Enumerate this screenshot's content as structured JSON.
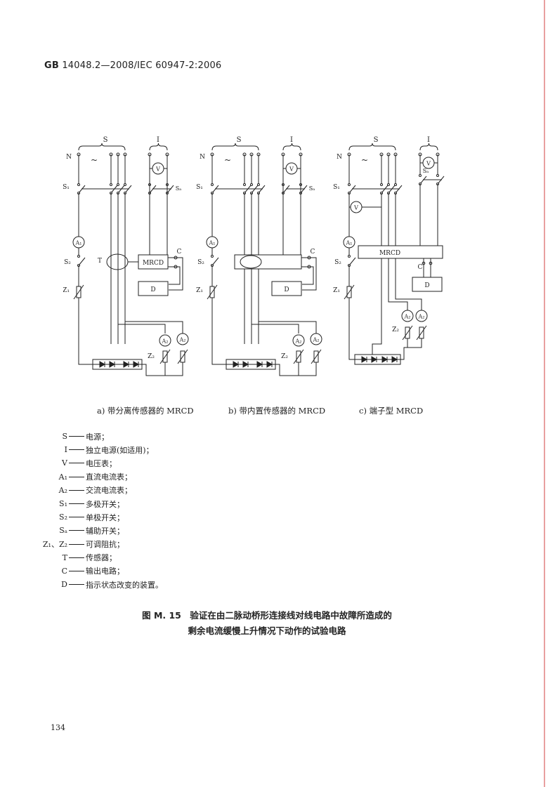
{
  "header": {
    "standard_code": "GB",
    "standard_number": "14048.2—2008/IEC 60947-2:2006"
  },
  "diagram": {
    "labels": {
      "S": "S",
      "I": "I",
      "N": "N",
      "ac": "~",
      "S1": "S₁",
      "S2": "S₂",
      "Sa": "Sₐ",
      "A1": "A₁",
      "A2": "A₂",
      "V": "V",
      "T": "T",
      "C": "C",
      "D": "D",
      "Z1": "Z₁",
      "Z2": "Z₂",
      "MRCD": "MRCD"
    }
  },
  "sub_captions": {
    "a": "a) 带分离传感器的 MRCD",
    "b": "b) 带内置传感器的 MRCD",
    "c": "c) 端子型 MRCD"
  },
  "legend": [
    {
      "symbol": "S",
      "desc": "电源；"
    },
    {
      "symbol": "I",
      "desc": "独立电源(如适用)；"
    },
    {
      "symbol": "V",
      "desc": "电压表；"
    },
    {
      "symbol": "A₁",
      "desc": "直流电流表；"
    },
    {
      "symbol": "A₂",
      "desc": "交流电流表；"
    },
    {
      "symbol": "S₁",
      "desc": "多极开关；"
    },
    {
      "symbol": "S₂",
      "desc": "单极开关；"
    },
    {
      "symbol": "Sₐ",
      "desc": "辅助开关；"
    },
    {
      "symbol": "Z₁、Z₂",
      "desc": "可调阻抗；"
    },
    {
      "symbol": "T",
      "desc": "传感器；"
    },
    {
      "symbol": "C",
      "desc": "输出电路；"
    },
    {
      "symbol": "D",
      "desc": "指示状态改变的装置。"
    }
  ],
  "caption": {
    "line1": "图 M. 15　验证在由二脉动桥形连接线对线电路中故障所造成的",
    "line2": "剩余电流缓慢上升情况下动作的试验电路"
  },
  "page_number": "134"
}
